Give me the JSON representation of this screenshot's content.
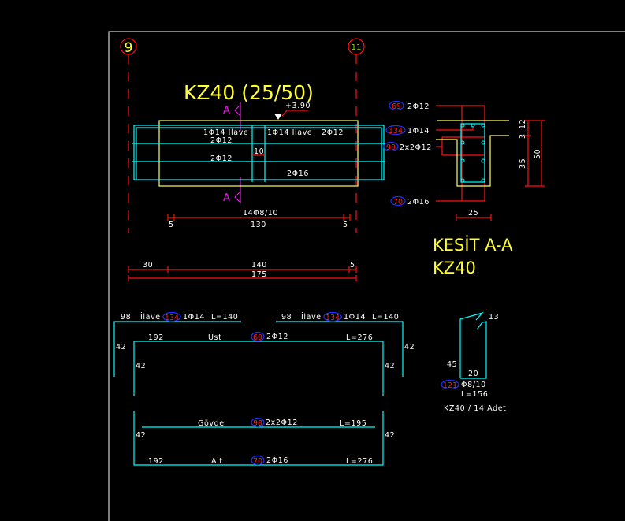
{
  "axes": {
    "left": "9",
    "right": "11"
  },
  "beam": {
    "title": "KZ40 (25/50)",
    "elevation": "+3.90",
    "section_mark": "A"
  },
  "elevation_labels": {
    "top_extra_left": "1Φ14 İlave",
    "top_extra_right": "1Φ14 İlave",
    "top_extra_right_overlap": "2Φ12",
    "top_bars": "2Φ12",
    "gap": "10",
    "web_bars": "2Φ12",
    "bottom_bars": "2Φ16",
    "stirrups": "14Φ8/10",
    "dim_left": "5",
    "dim_mid": "130",
    "dim_right": "5"
  },
  "overall_dims": {
    "d1": "30",
    "d2": "140",
    "d3": "5",
    "total": "175"
  },
  "section": {
    "title_line1": "KESİT A-A",
    "title_line2": "KZ40",
    "bars": [
      {
        "mark": "69",
        "label": "2Φ12"
      },
      {
        "mark": "134",
        "label": "1Φ14"
      },
      {
        "mark": "98",
        "label": "2x2Φ12"
      },
      {
        "mark": "70",
        "label": "2Φ16"
      }
    ],
    "dim_width": "25",
    "dim_slab": "12",
    "dim_slab_3": "3",
    "dim_web": "35",
    "dim_height": "50"
  },
  "bar_schedule": {
    "extra_left": {
      "hook": "98",
      "name": "İlave",
      "mark": "134",
      "bar": "1Φ14",
      "length": "L=140",
      "leg": "42"
    },
    "extra_right": {
      "hook": "98",
      "name": "İlave",
      "mark": "134",
      "bar": "1Φ14",
      "length": "L=140",
      "leg": "42"
    },
    "top": {
      "span": "192",
      "name": "Üst",
      "mark": "69",
      "bar": "2Φ12",
      "length": "L=276",
      "leg_left": "42",
      "leg_right": "42"
    },
    "web": {
      "name": "Gövde",
      "mark": "98",
      "bar": "2x2Φ12",
      "length": "L=195",
      "leg_left": "42",
      "leg_right": "42"
    },
    "bottom": {
      "span": "192",
      "name": "Alt",
      "mark": "70",
      "bar": "2Φ16",
      "length": "L=276"
    }
  },
  "stirrup": {
    "hook": "13",
    "height": "45",
    "width": "20",
    "mark": "121",
    "bar": "Φ8/10",
    "length": "L=156",
    "count": "KZ40 / 14 Adet"
  }
}
